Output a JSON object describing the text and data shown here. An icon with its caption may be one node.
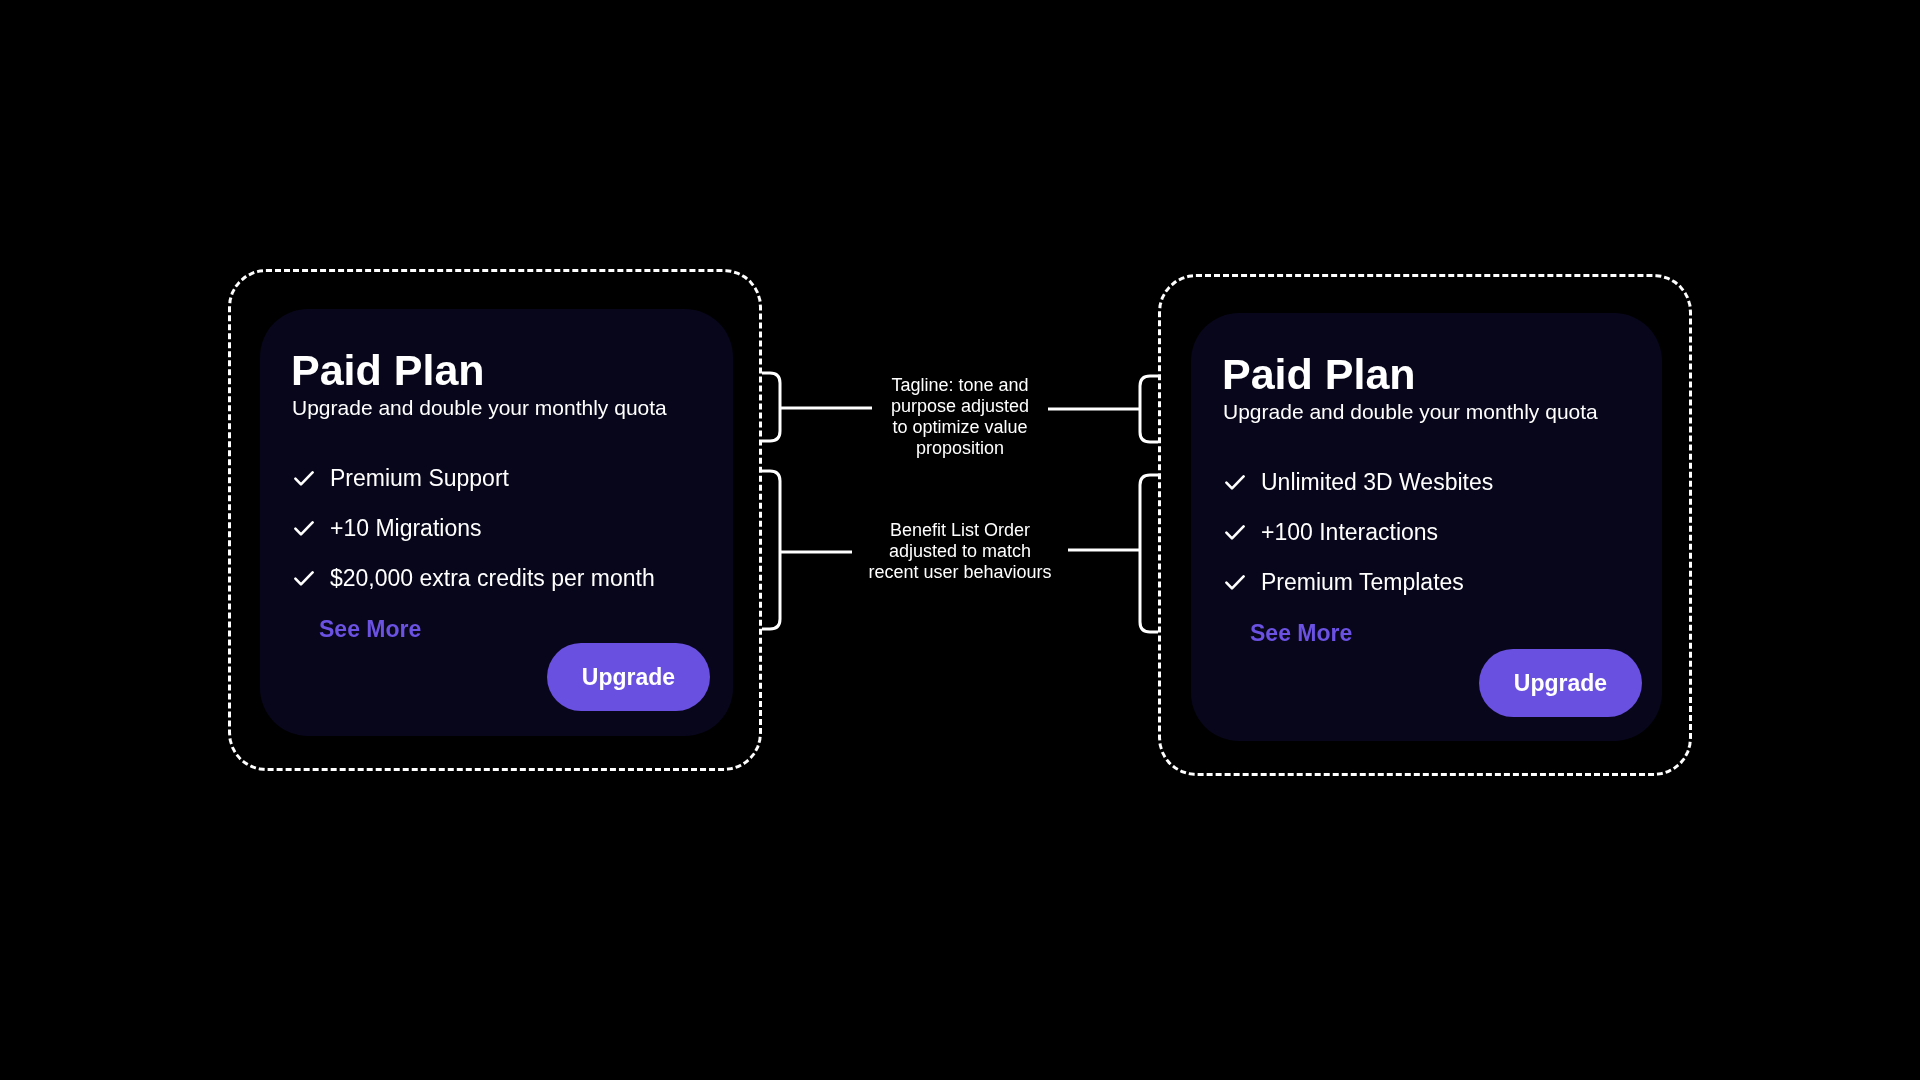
{
  "diagram": {
    "nodes": [
      {
        "text": [],
        "shape": "box"
      },
      {
        "text": [
          "Paid Plan",
          "Upgrade and double your monthly quota",
          "Premium Support",
          "+10 Migrations",
          "$20,000 extra credits per month",
          "See More"
        ],
        "in": 0
      },
      {
        "text": [
          "Upgrade"
        ],
        "in": 1
      },
      {
        "text": [
          "Tagline: tone and purpose adjusted to optimize value proposition"
        ]
      },
      {
        "text": [
          "Benefit List Order adjusted to match recent user behaviours"
        ]
      },
      {
        "text": [],
        "shape": "box"
      },
      {
        "text": [
          "Paid Plan",
          "Upgrade and double your monthly quota",
          "Unlimited 3D Wesbites",
          "+100 Interactions",
          "Premium Templates",
          "See More"
        ],
        "in": 5
      },
      {
        "text": [
          "Upgrade"
        ],
        "in": 6
      }
    ],
    "edges": [
      {
        "from": 3,
        "to": 0,
        "arrow": "none"
      },
      {
        "from": 3,
        "to": 5,
        "arrow": "none"
      },
      {
        "from": 4,
        "to": 0,
        "arrow": "none"
      },
      {
        "from": 4,
        "to": 5,
        "arrow": "none"
      }
    ]
  }
}
